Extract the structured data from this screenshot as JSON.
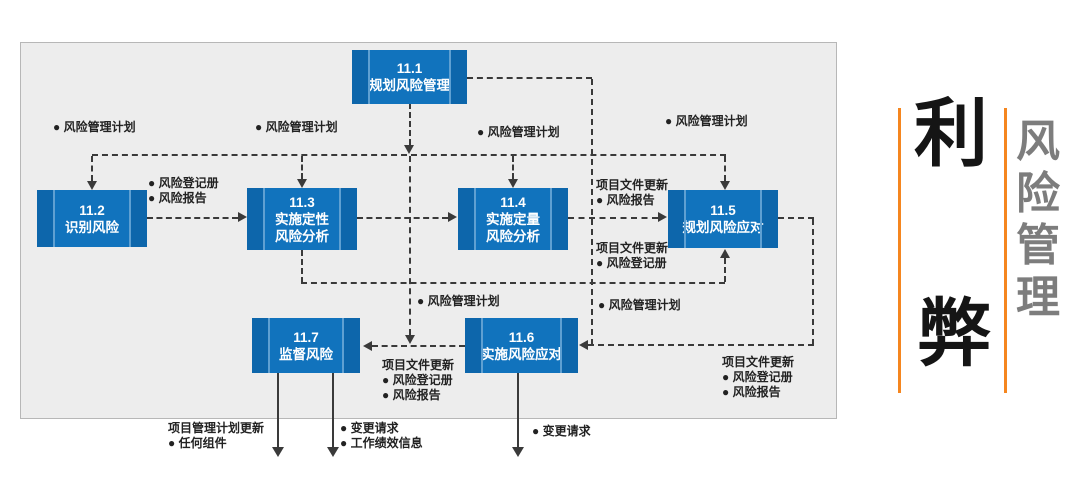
{
  "colors": {
    "box_blue": "#1173bd",
    "box_blue_dark": "#0d66ab",
    "line_dark": "#3a3a3a",
    "panel_bg": "#ededed",
    "accent_orange": "#f5861f",
    "side_gray": "#7d7d7d"
  },
  "boxes": [
    {
      "num": "11.1",
      "name": "规划风险管理"
    },
    {
      "num": "11.2",
      "name": "识别风险"
    },
    {
      "num": "11.3",
      "name": "实施定性\n风险分析"
    },
    {
      "num": "11.4",
      "name": "实施定量\n风险分析"
    },
    {
      "num": "11.5",
      "name": "规划风险应对"
    },
    {
      "num": "11.6",
      "name": "实施风险应对"
    },
    {
      "num": "11.7",
      "name": "监督风险"
    }
  ],
  "flow_labels": {
    "rmp_to_identify": "● 风险管理计划",
    "rmp_to_qualitative": "● 风险管理计划",
    "rmp_to_quantitative": "● 风险管理计划",
    "rmp_to_respond": "● 风险管理计划",
    "identify_outputs": [
      "● 风险登记册",
      "● 风险报告"
    ],
    "quant_to_respond": [
      "项目文件更新",
      "● 风险报告"
    ],
    "qual_to_respond": [
      "项目文件更新",
      "● 风险登记册"
    ],
    "rmp_to_implement": "● 风险管理计划",
    "rmp_to_monitor": "● 风险管理计划",
    "implement_to_monitor": [
      "项目文件更新",
      "● 风险登记册",
      "● 风险报告"
    ],
    "respond_to_implement": [
      "项目文件更新",
      "● 风险登记册",
      "● 风险报告"
    ],
    "monitor_out_left": [
      "项目管理计划更新",
      "● 任何组件"
    ],
    "monitor_out_right": [
      "● 变更请求",
      "● 工作绩效信息"
    ],
    "implement_out": "● 变更请求"
  },
  "side": {
    "big_top": "利",
    "big_bottom": "弊",
    "vertical_title": "风险管理"
  }
}
